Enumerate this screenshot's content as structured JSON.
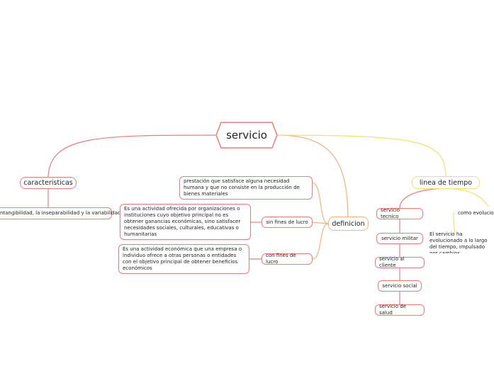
{
  "root": "servicio",
  "colors": {
    "red": "#ef7a7a",
    "orange": "#f4b27a",
    "yellow": "#f1e06a"
  },
  "caracteristicas": {
    "label": "caracteristicas",
    "detail": "intangibilidad, la inseparabilidad y la variabilidad"
  },
  "definicion": {
    "label": "definicion",
    "description": "prestación que satisface alguna necesidad humana y que no consiste en la producción de bienes materiales",
    "sin_fines": {
      "label": "sin fines de lucro",
      "text": "Es una actividad ofrecida por organizaciones o instituciones cuyo objetivo principal no es obtener ganancias económicas, sino satisfacer necesidades sociales, culturales, educativas o humanitarias"
    },
    "con_fines": {
      "label": "con fines de lucro",
      "text": "Es una actividad económica que una empresa o individuo ofrece a otras personas o entidades con el objetivo principal de obtener beneficios económicos"
    }
  },
  "linea_de_tiempo": {
    "label": "linea de tiempo",
    "items": [
      "servicio tecnico",
      "servicio militar",
      "servicio al cliente",
      "servicio social",
      "servicio de salud"
    ],
    "evolution_label": "como evolucionó",
    "evolution_text": "El servicio ha evolucionado a lo largo del tiempo, impulsado por cambios tecnológicos, sociales y económicos"
  }
}
